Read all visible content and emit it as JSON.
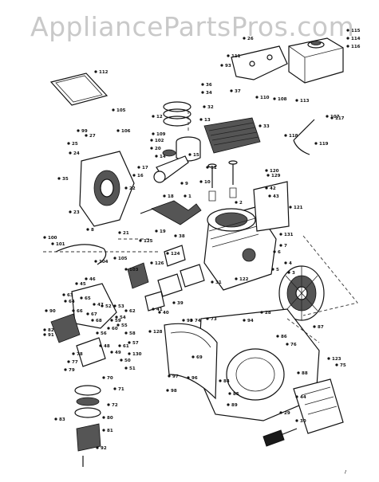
{
  "watermark": "AppliancePartsPros.com",
  "diagram": {
    "footer_mark": "/",
    "parts": [
      {
        "id": "p115",
        "label": "115"
      },
      {
        "id": "p114",
        "label": "114"
      },
      {
        "id": "p26",
        "label": "26"
      },
      {
        "id": "p111",
        "label": "111"
      },
      {
        "id": "p112",
        "label": "112"
      },
      {
        "id": "p93",
        "label": "93"
      },
      {
        "id": "p36",
        "label": "36"
      },
      {
        "id": "p34",
        "label": "34"
      },
      {
        "id": "p110",
        "label": "110"
      },
      {
        "id": "p108",
        "label": "108"
      },
      {
        "id": "p113",
        "label": "113"
      },
      {
        "id": "p107",
        "label": "107"
      },
      {
        "id": "p105",
        "label": "105"
      },
      {
        "id": "p13",
        "label": "13"
      },
      {
        "id": "p32",
        "label": "32"
      },
      {
        "id": "p33",
        "label": "33"
      },
      {
        "id": "p118",
        "label": "118"
      },
      {
        "id": "p119",
        "label": "119"
      },
      {
        "id": "p106",
        "label": "106"
      },
      {
        "id": "p109",
        "label": "109"
      },
      {
        "id": "p102",
        "label": "102"
      },
      {
        "id": "p14",
        "label": "14"
      },
      {
        "id": "p99",
        "label": "99"
      },
      {
        "id": "p27",
        "label": "27"
      },
      {
        "id": "p25",
        "label": "25"
      },
      {
        "id": "p24",
        "label": "24"
      },
      {
        "id": "p20",
        "label": "20"
      },
      {
        "id": "p17",
        "label": "17"
      },
      {
        "id": "p16",
        "label": "16"
      },
      {
        "id": "p18",
        "label": "18"
      },
      {
        "id": "p1",
        "label": "1"
      },
      {
        "id": "p10",
        "label": "10"
      },
      {
        "id": "p11",
        "label": "11"
      },
      {
        "id": "p22",
        "label": "22"
      },
      {
        "id": "p35",
        "label": "35"
      },
      {
        "id": "p23",
        "label": "23"
      },
      {
        "id": "p8",
        "label": "8"
      },
      {
        "id": "p15",
        "label": "15"
      },
      {
        "id": "p120",
        "label": "120"
      },
      {
        "id": "p121",
        "label": "121"
      },
      {
        "id": "p19",
        "label": "19"
      },
      {
        "id": "p21",
        "label": "21"
      },
      {
        "id": "p2",
        "label": "2"
      },
      {
        "id": "p131",
        "label": "131"
      },
      {
        "id": "p100",
        "label": "100"
      },
      {
        "id": "p101",
        "label": "101"
      },
      {
        "id": "p104",
        "label": "104"
      },
      {
        "id": "p105b",
        "label": "105"
      },
      {
        "id": "p124",
        "label": "124"
      },
      {
        "id": "p126",
        "label": "126"
      },
      {
        "id": "p38",
        "label": "38"
      },
      {
        "id": "p103",
        "label": "103"
      },
      {
        "id": "p6",
        "label": "6"
      },
      {
        "id": "p4",
        "label": "4"
      },
      {
        "id": "p3",
        "label": "3"
      },
      {
        "id": "p5",
        "label": "5"
      },
      {
        "id": "p7",
        "label": "7"
      },
      {
        "id": "p46",
        "label": "46"
      },
      {
        "id": "p45",
        "label": "45"
      },
      {
        "id": "p41",
        "label": "41"
      },
      {
        "id": "p40",
        "label": "40"
      },
      {
        "id": "p39",
        "label": "39"
      },
      {
        "id": "p47",
        "label": "47"
      },
      {
        "id": "p63",
        "label": "63"
      },
      {
        "id": "p64",
        "label": "64"
      },
      {
        "id": "p65",
        "label": "65"
      },
      {
        "id": "p66",
        "label": "66"
      },
      {
        "id": "p67",
        "label": "67"
      },
      {
        "id": "p68",
        "label": "68"
      },
      {
        "id": "p62",
        "label": "62"
      },
      {
        "id": "p90",
        "label": "90"
      },
      {
        "id": "p52",
        "label": "52"
      },
      {
        "id": "p53",
        "label": "53"
      },
      {
        "id": "p54",
        "label": "54"
      },
      {
        "id": "p55",
        "label": "55"
      },
      {
        "id": "p56",
        "label": "56"
      },
      {
        "id": "p57",
        "label": "57"
      },
      {
        "id": "p59",
        "label": "59"
      },
      {
        "id": "p60",
        "label": "60"
      },
      {
        "id": "p58",
        "label": "58"
      },
      {
        "id": "p69",
        "label": "69"
      },
      {
        "id": "p70",
        "label": "70"
      },
      {
        "id": "p71",
        "label": "71"
      },
      {
        "id": "p72",
        "label": "72"
      },
      {
        "id": "p73",
        "label": "73"
      },
      {
        "id": "p74",
        "label": "74"
      },
      {
        "id": "p75",
        "label": "75"
      },
      {
        "id": "p76",
        "label": "76"
      },
      {
        "id": "p77",
        "label": "77"
      },
      {
        "id": "p78",
        "label": "78"
      },
      {
        "id": "p79",
        "label": "79"
      },
      {
        "id": "p80",
        "label": "80"
      },
      {
        "id": "p81",
        "label": "81"
      },
      {
        "id": "p82",
        "label": "82"
      },
      {
        "id": "p83",
        "label": "83"
      },
      {
        "id": "p84",
        "label": "84"
      },
      {
        "id": "p85",
        "label": "85"
      },
      {
        "id": "p86",
        "label": "86"
      },
      {
        "id": "p87",
        "label": "87"
      },
      {
        "id": "p88",
        "label": "88"
      },
      {
        "id": "p89",
        "label": "89"
      },
      {
        "id": "p91",
        "label": "91"
      },
      {
        "id": "p92",
        "label": "92"
      },
      {
        "id": "p94",
        "label": "94"
      },
      {
        "id": "p95",
        "label": "95"
      },
      {
        "id": "p96",
        "label": "96"
      },
      {
        "id": "p97",
        "label": "97"
      },
      {
        "id": "p98",
        "label": "98"
      },
      {
        "id": "p122",
        "label": "122"
      },
      {
        "id": "p123",
        "label": "123"
      },
      {
        "id": "p125",
        "label": "125"
      },
      {
        "id": "p128",
        "label": "128"
      },
      {
        "id": "p129",
        "label": "129"
      },
      {
        "id": "p130",
        "label": "130"
      },
      {
        "id": "p116",
        "label": "116"
      },
      {
        "id": "p117",
        "label": "117"
      },
      {
        "id": "p61",
        "label": "61"
      },
      {
        "id": "p42",
        "label": "42"
      },
      {
        "id": "p43",
        "label": "43"
      },
      {
        "id": "p44",
        "label": "44"
      },
      {
        "id": "p48",
        "label": "48"
      },
      {
        "id": "p49",
        "label": "49"
      },
      {
        "id": "p50",
        "label": "50"
      },
      {
        "id": "p51",
        "label": "51"
      },
      {
        "id": "p12",
        "label": "12"
      },
      {
        "id": "p9",
        "label": "9"
      },
      {
        "id": "p28",
        "label": "28"
      },
      {
        "id": "p29",
        "label": "29"
      },
      {
        "id": "p30",
        "label": "30"
      },
      {
        "id": "p31",
        "label": "31"
      },
      {
        "id": "p37",
        "label": "37"
      }
    ]
  }
}
